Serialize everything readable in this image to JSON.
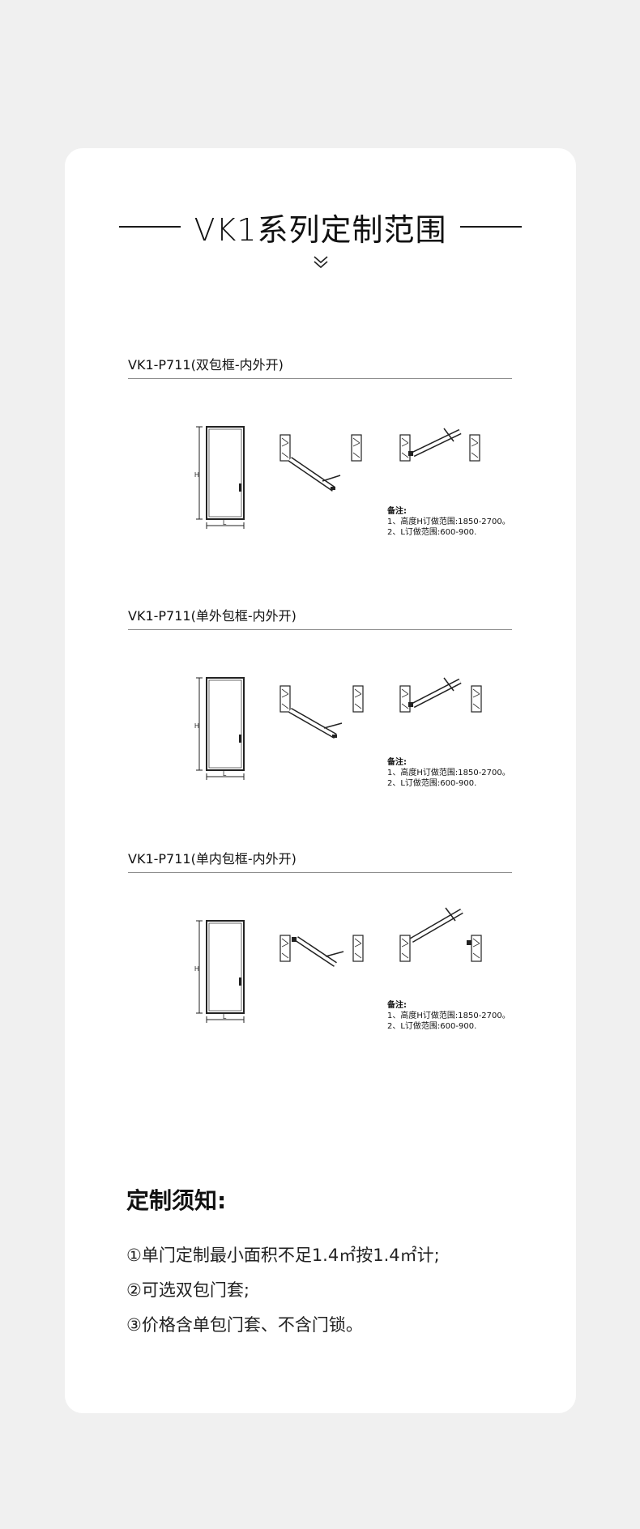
{
  "heading": {
    "title": "VK1系列定制范围",
    "chevron_icon": "double-chevron-down-icon"
  },
  "sections": [
    {
      "title": "VK1-P711(双包框-内外开)",
      "dim_h": "H",
      "dim_l": "L",
      "notes_head": "备注:",
      "note_1": "1、高度H订做范围:1850-2700。",
      "note_2": "2、L订做范围:600-900."
    },
    {
      "title": "VK1-P711(单外包框-内外开)",
      "dim_h": "H",
      "dim_l": "L",
      "notes_head": "备注:",
      "note_1": "1、高度H订做范围:1850-2700。",
      "note_2": "2、L订做范围:600-900."
    },
    {
      "title": "VK1-P711(单内包框-内外开)",
      "dim_h": "H",
      "dim_l": "L",
      "notes_head": "备注:",
      "note_1": "1、高度H订做范围:1850-2700。",
      "note_2": "2、L订做范围:600-900."
    }
  ],
  "custom": {
    "title": "定制须知:",
    "items": [
      "①单门定制最小面积不足1.4㎡按1.4㎡计;",
      "②可选双包门套;",
      "③价格含单包门套、不含门锁。"
    ]
  },
  "colors": {
    "page_bg": "#f0f0f0",
    "card_bg": "#ffffff",
    "ink": "#1a1a1a",
    "rule": "#8a8a8a"
  }
}
